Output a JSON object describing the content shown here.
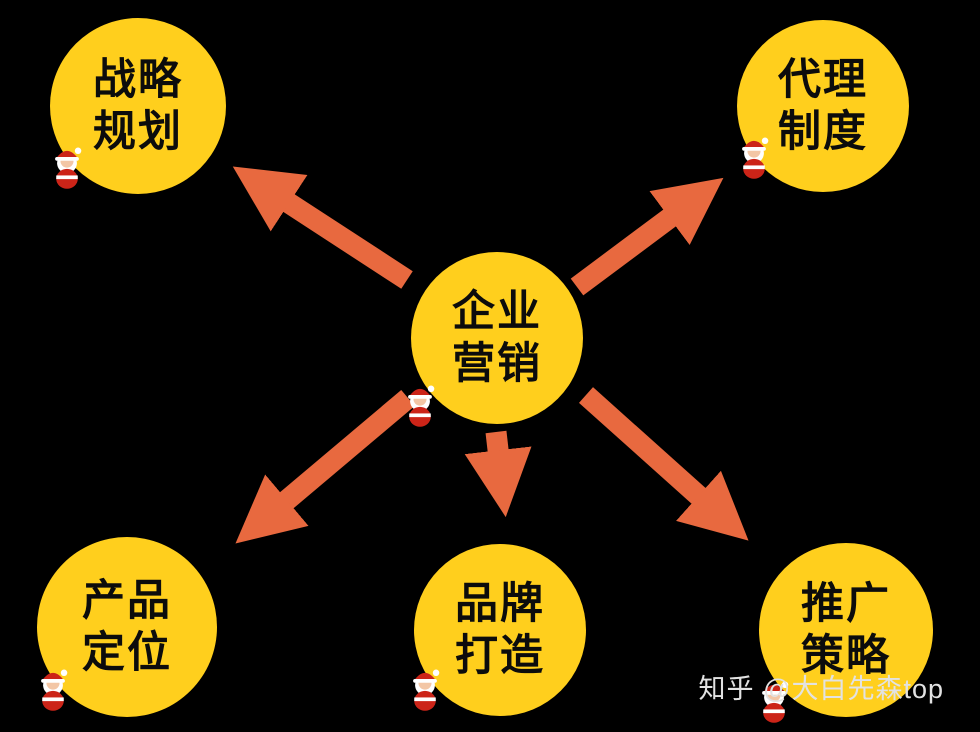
{
  "diagram": {
    "background_color": "#000000",
    "node_color": "#FFCF1D",
    "arrow_color": "#E8693F",
    "text_color": "#0c0c0c",
    "center_node": {
      "id": "enterprise-marketing",
      "line1": "企业",
      "line2": "营销"
    },
    "nodes": [
      {
        "id": "strategic-planning",
        "line1": "战略",
        "line2": "规划"
      },
      {
        "id": "agency-system",
        "line1": "代理",
        "line2": "制度"
      },
      {
        "id": "product-positioning",
        "line1": "产品",
        "line2": "定位"
      },
      {
        "id": "brand-building",
        "line1": "品牌",
        "line2": "打造"
      },
      {
        "id": "promotion-strategy",
        "line1": "推广",
        "line2": "策略"
      }
    ],
    "icon": "santa-claus-icon"
  },
  "watermark": {
    "text": "知乎 @大白先森top"
  }
}
